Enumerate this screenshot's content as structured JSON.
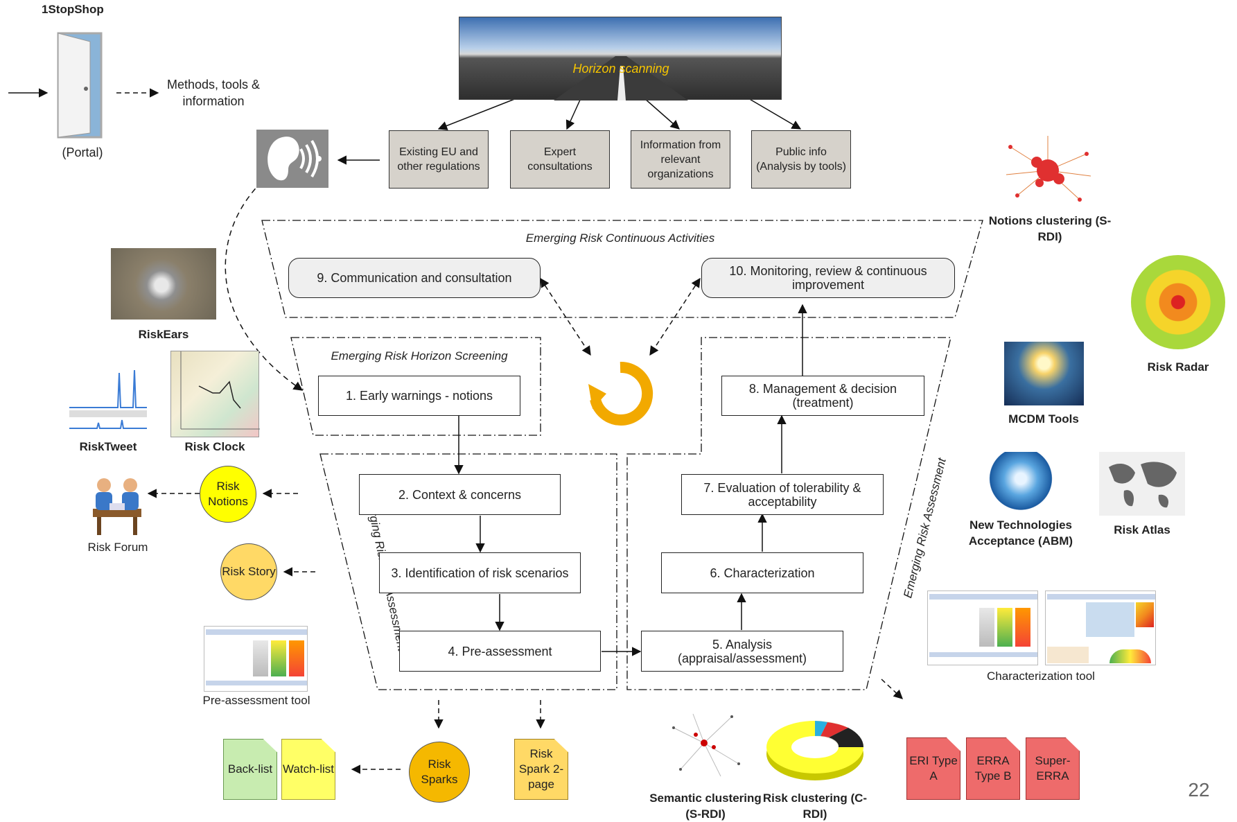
{
  "portal": {
    "title": "1StopShop",
    "caption": "(Portal)",
    "output": "Methods, tools & information"
  },
  "horizon": {
    "title": "Horizon scanning"
  },
  "sources": [
    "Existing EU and other regulations",
    "Expert consultations",
    "Information from relevant organizations",
    "Public info (Analysis by tools)"
  ],
  "continuous": {
    "title": "Emerging Risk Continuous Activities",
    "step9": "9. Communication and consultation",
    "step10": "10. Monitoring, review & continuous improvement"
  },
  "screening": {
    "title": "Emerging Risk Horizon Screening",
    "step1": "1. Early warnings - notions"
  },
  "preassessment": {
    "title": "Emerging Risk Pre-Assessment",
    "step2": "2. Context & concerns",
    "step3": "3. Identification of risk scenarios",
    "step4": "4. Pre-assessment"
  },
  "assessment": {
    "title": "Emerging Risk Assessment",
    "step5": "5. Analysis (appraisal/assessment)",
    "step6": "6. Characterization",
    "step7": "7. Evaluation of tolerability & acceptability",
    "step8": "8. Management & decision (treatment)"
  },
  "tools_left": {
    "riskears": "RiskEars",
    "risktweet": "RiskTweet",
    "riskclock": "Risk Clock",
    "riskforum": "Risk Forum",
    "risknotions": "Risk Notions",
    "riskstory": "Risk Story",
    "preassessment_tool": "Pre-assessment tool"
  },
  "tools_right": {
    "notions_clustering": "Notions clustering (S-RDI)",
    "risk_radar": "Risk Radar",
    "mcdm": "MCDM Tools",
    "ntabm": "New Technologies Acceptance (ABM)",
    "risk_atlas": "Risk Atlas",
    "characterization_tool": "Characterization tool"
  },
  "bottom": {
    "backlist": "Back-list",
    "watchlist": "Watch-list",
    "risksparks": "Risk Sparks",
    "riskspark2page": "Risk Spark 2-page",
    "semantic_clustering": "Semantic clustering (S-RDI)",
    "risk_clustering": "Risk clustering (C-RDI)",
    "eri_a": "ERI Type A",
    "erra_b": "ERRA Type B",
    "super_erra": "Super-ERRA"
  },
  "page_number": "22",
  "colors": {
    "yellow": "#ffff00",
    "orange": "#f5b800",
    "green_doc": "#c8ecb0",
    "red_doc": "#ee6b6b",
    "grey_box": "#d6d2cb"
  }
}
